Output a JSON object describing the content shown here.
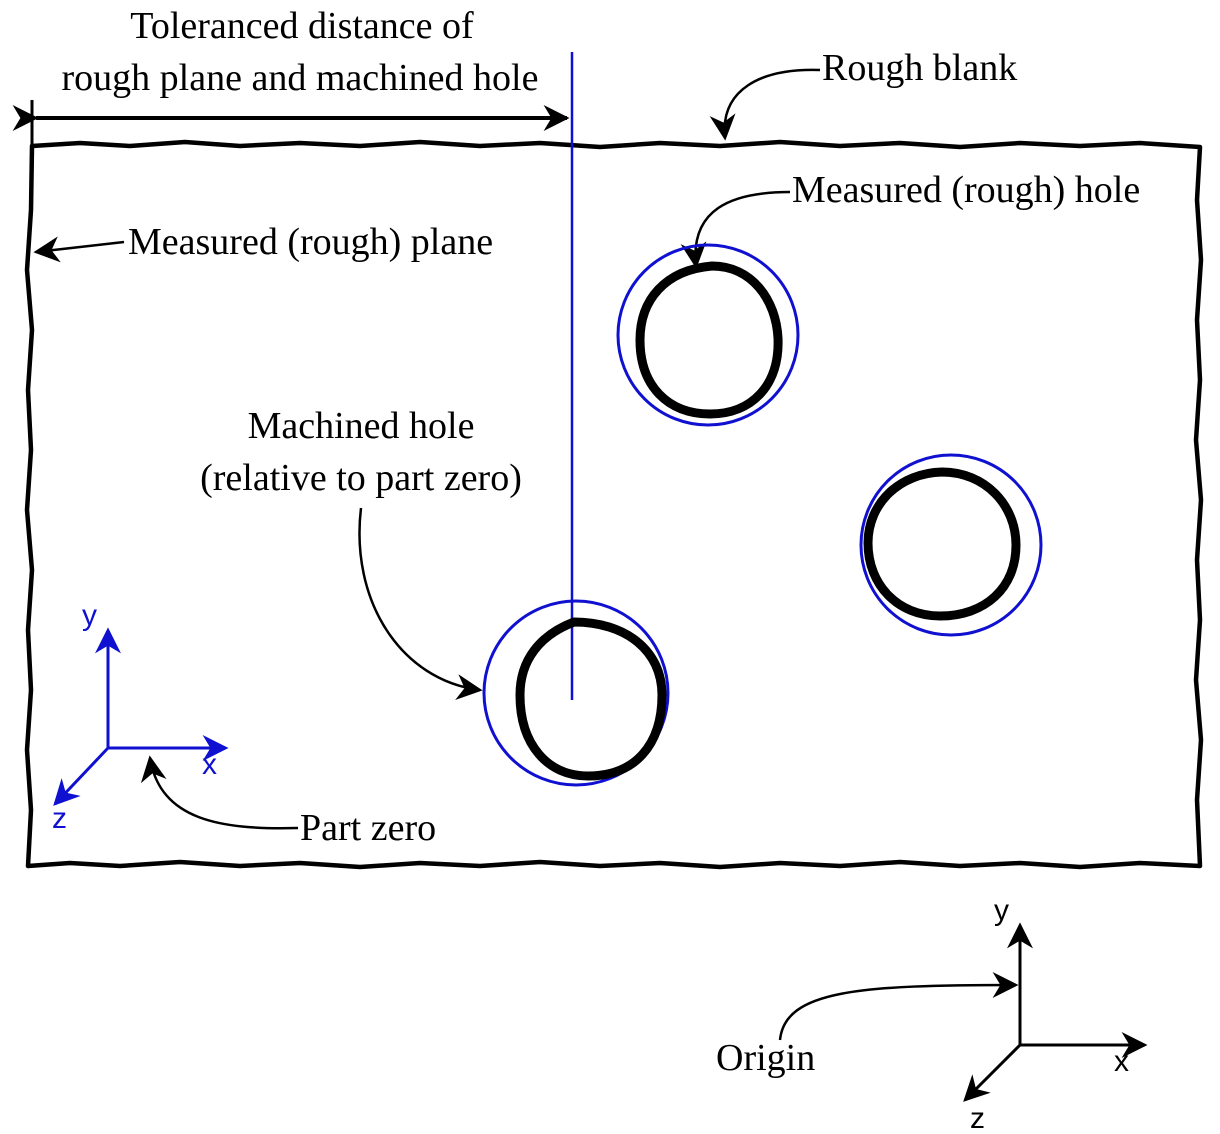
{
  "labels": {
    "dimension_line1": "Toleranced distance of",
    "dimension_line2": "rough plane and machined hole",
    "rough_blank": "Rough blank",
    "measured_hole": "Measured (rough) hole",
    "measured_plane": "Measured (rough) plane",
    "machined_hole_line1": "Machined hole",
    "machined_hole_line2": "(relative to part zero)",
    "part_zero": "Part zero",
    "origin": "Origin"
  },
  "axes": {
    "part_zero": {
      "x": "x",
      "y": "y",
      "z": "z"
    },
    "origin": {
      "x": "x",
      "y": "y",
      "z": "z"
    }
  },
  "colors": {
    "outline": "#000000",
    "nominal_geometry": "#1010d0"
  }
}
